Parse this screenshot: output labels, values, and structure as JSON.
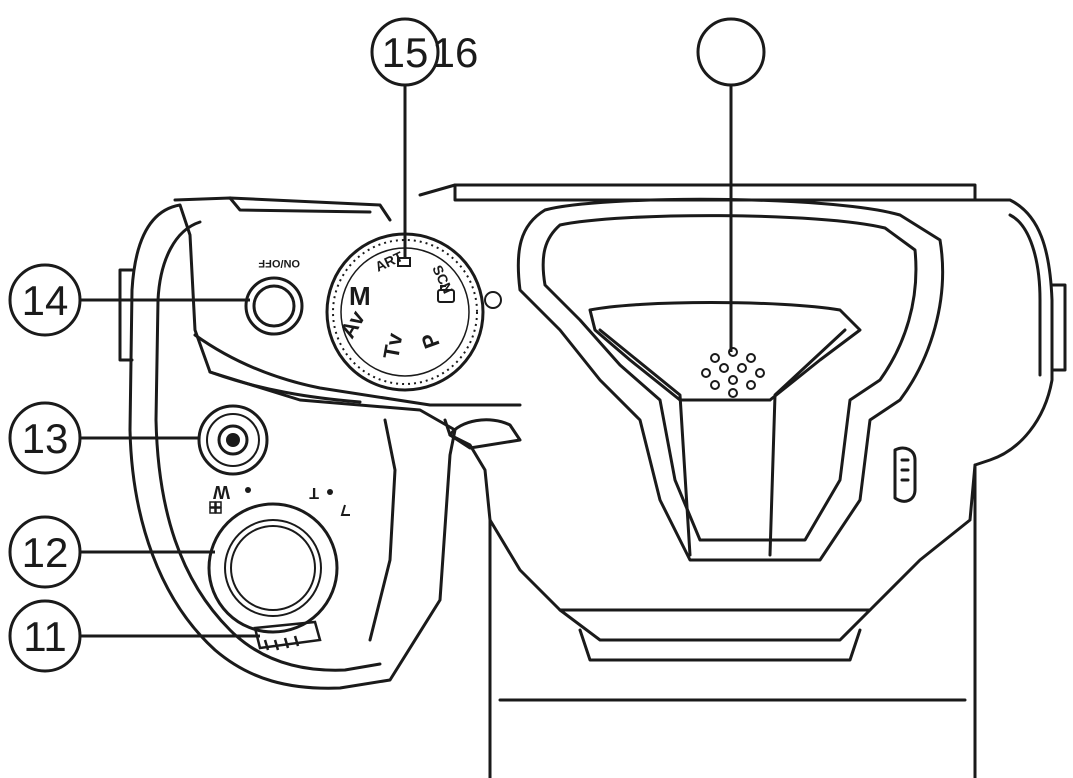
{
  "callouts": {
    "c11": "11",
    "c12": "12",
    "c13": "13",
    "c14": "14",
    "c15": "15",
    "c16": "16",
    "c17": ""
  },
  "labels": {
    "power": "ON/OFF",
    "zoom_wide": "W",
    "zoom_tele": "T"
  },
  "mode_dial": {
    "art": "ART",
    "m": "M",
    "av": "Av",
    "tv": "Tv",
    "p": "P",
    "scn": "SCN"
  }
}
